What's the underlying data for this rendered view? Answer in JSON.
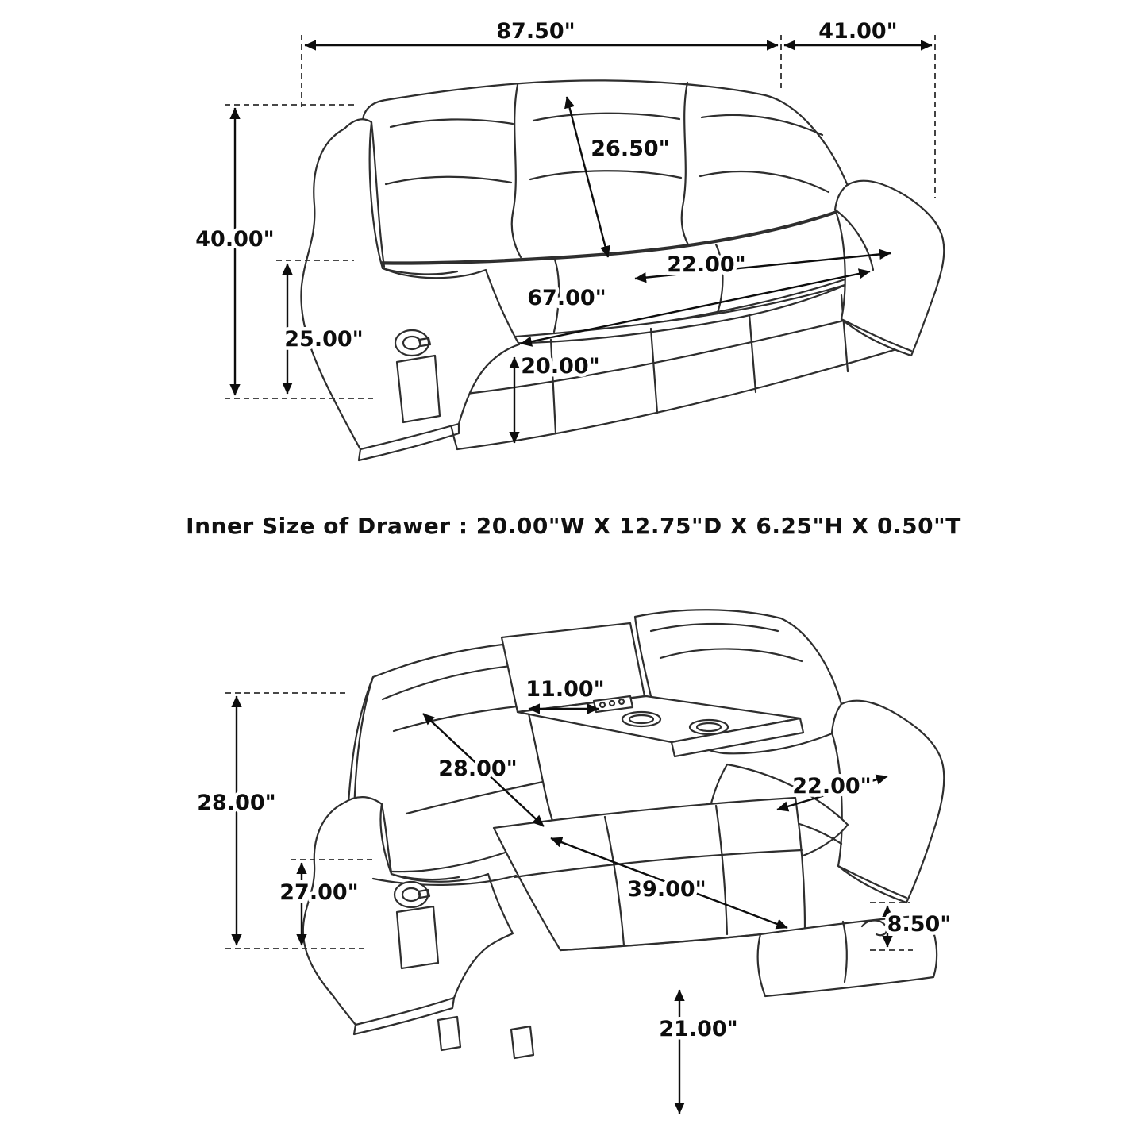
{
  "page": {
    "background": "#ffffff",
    "line_color": "#2e2e2e",
    "text_color": "#111111"
  },
  "drawer_note": "Inner Size of Drawer : 20.00\"W X 12.75\"D X 6.25\"H X 0.50\"T",
  "front_view": {
    "label": "sofa upright dimension drawing",
    "dimensions": {
      "overall_width": "87.50\"",
      "overall_depth": "41.00\"",
      "back_cushion": "26.50\"",
      "overall_height": "40.00\"",
      "arm_height": "25.00\"",
      "seat_depth": "22.00\"",
      "seat_width": "67.00\"",
      "seat_height": "20.00\""
    }
  },
  "reclined_view": {
    "label": "sofa reclined dimension drawing",
    "dimensions": {
      "console_width": "11.00\"",
      "back_height": "28.00\"",
      "overall_height": "28.00\"",
      "arm_height": "27.00\"",
      "seat_width": "22.00\"",
      "recline_length": "39.00\"",
      "footrest_thickness": "8.50\"",
      "footrest_height": "21.00\""
    }
  }
}
